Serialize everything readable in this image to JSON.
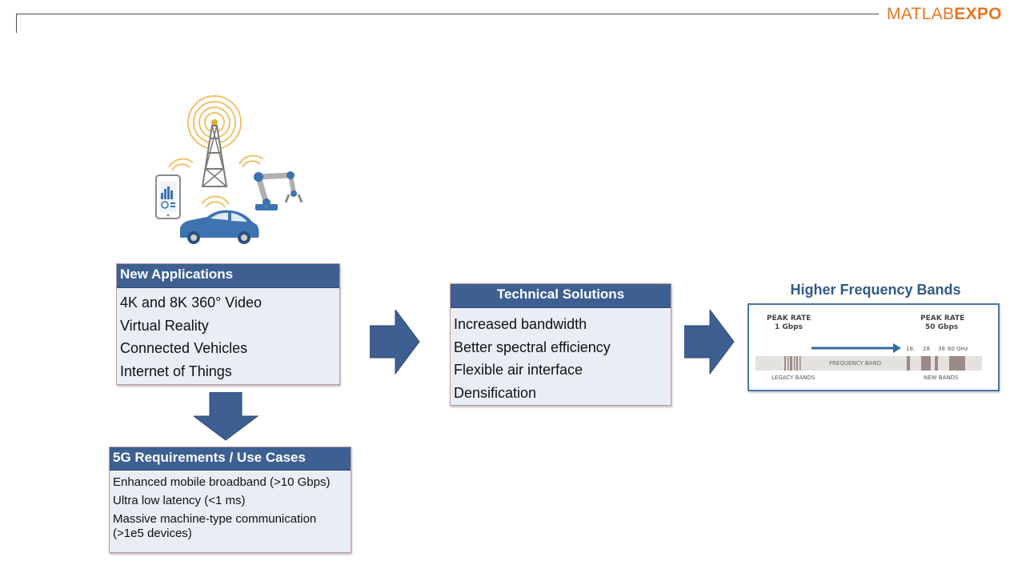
{
  "logo": {
    "part1": "MATLAB",
    "part2": "EXPO"
  },
  "colors": {
    "accent": "#e87722",
    "header": "#3d5f92",
    "arrow": "#3d5f92",
    "box_bg": "#e9eef6"
  },
  "illustration": {
    "icons": [
      "cell-tower-icon",
      "smartphone-icon",
      "robot-arm-icon",
      "car-icon"
    ]
  },
  "new_applications": {
    "title": "New Applications",
    "items": [
      "4K and 8K 360° Video",
      "Virtual Reality",
      "Connected Vehicles",
      "Internet of Things"
    ]
  },
  "requirements": {
    "title": "5G Requirements / Use Cases",
    "items": [
      "Enhanced mobile broadband (>10 Gbps)",
      "Ultra low latency (<1 ms)",
      "Massive machine-type communication",
      "(>1e5 devices)"
    ]
  },
  "technical_solutions": {
    "title": "Technical Solutions",
    "items": [
      "Increased bandwidth",
      "Better spectral efficiency",
      "Flexible air interface",
      "Densification"
    ]
  },
  "frequency": {
    "title": "Higher Frequency Bands",
    "left_peak_label": "PEAK RATE",
    "left_peak_value": "1 Gbps",
    "right_peak_label": "PEAK RATE",
    "right_peak_value": "50 Gbps",
    "band_label": "FREQUENCY BAND",
    "legacy_label": "LEGACY BANDS",
    "new_label": "NEW BANDS",
    "ticks": [
      "18.",
      "28",
      "38",
      "60 GHz"
    ]
  }
}
